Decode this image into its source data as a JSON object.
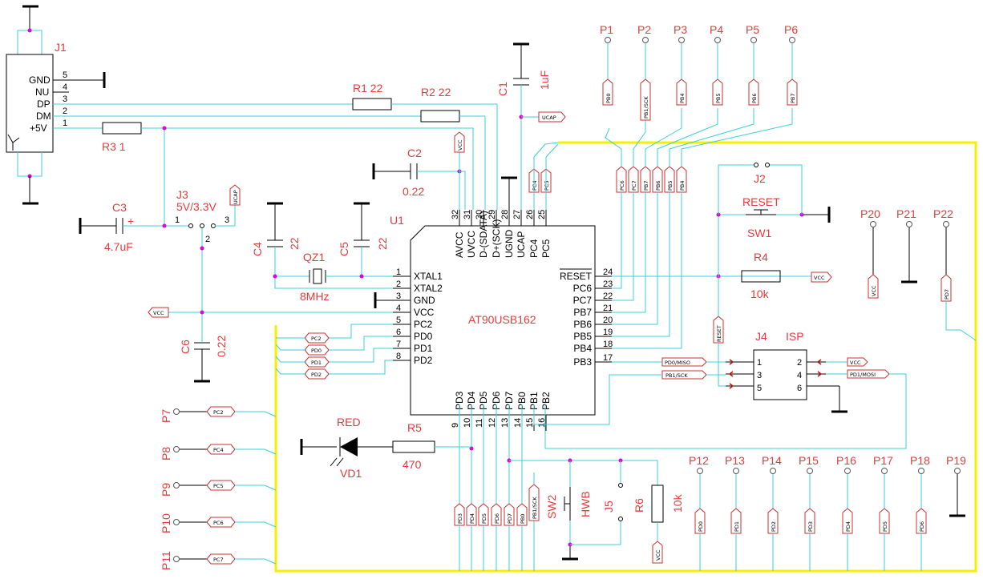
{
  "connector": {
    "ref": "J1",
    "pins": [
      {
        "num": "5",
        "name": "GND"
      },
      {
        "num": "4",
        "name": "NU"
      },
      {
        "num": "3",
        "name": "DP"
      },
      {
        "num": "2",
        "name": "DM"
      },
      {
        "num": "1",
        "name": "+5V"
      }
    ]
  },
  "components": {
    "r1": "R1  22",
    "r2": "R2  22",
    "r3": "R3  1",
    "r4": "R4",
    "r4_val": "10k",
    "r5": "R5",
    "r5_val": "470",
    "r6": "R6",
    "r6_val": "10k",
    "c1": "C1",
    "c1_val": "1uF",
    "c2": "C2",
    "c2_val": "0.22",
    "c3": "C3",
    "c3_val": "4.7uF",
    "c4": "C4",
    "c4_val": "22",
    "c5": "C5",
    "c5_val": "22",
    "c6": "C6",
    "c6_val": "0.22",
    "qz1": "QZ1",
    "qz1_val": "8MHz",
    "j3": "J3",
    "j3_val": "5V/3.3V",
    "j5": "J5",
    "sw1": "SW1",
    "sw1_name": "RESET",
    "sw2": "SW2",
    "sw2_name": "HWB",
    "vd1": "VD1",
    "vd1_name": "RED",
    "j2": "J2",
    "u1": "U1",
    "c3_plus": "+",
    "j3_pin1": "1",
    "j3_pin2": "2",
    "j3_pin3": "3"
  },
  "mcu": {
    "ref": "U1",
    "name": "AT90USB162",
    "left_pins": [
      {
        "num": "1",
        "name": "XTAL1"
      },
      {
        "num": "2",
        "name": "XTAL2"
      },
      {
        "num": "3",
        "name": "GND"
      },
      {
        "num": "4",
        "name": "VCC"
      },
      {
        "num": "5",
        "name": "PC2"
      },
      {
        "num": "6",
        "name": "PD0"
      },
      {
        "num": "7",
        "name": "PD1"
      },
      {
        "num": "8",
        "name": "PD2"
      }
    ],
    "top_pins": [
      {
        "num": "32",
        "name": "AVCC"
      },
      {
        "num": "31",
        "name": "UVCC"
      },
      {
        "num": "30",
        "name": "D-(SDATA)"
      },
      {
        "num": "29",
        "name": "D+(SCK)"
      },
      {
        "num": "28",
        "name": "UGND"
      },
      {
        "num": "27",
        "name": "UCAP"
      },
      {
        "num": "26",
        "name": "PC4"
      },
      {
        "num": "25",
        "name": "PC5"
      }
    ],
    "right_pins": [
      {
        "num": "24",
        "name": "RESET"
      },
      {
        "num": "23",
        "name": "PC6"
      },
      {
        "num": "22",
        "name": "PC7"
      },
      {
        "num": "21",
        "name": "PB7"
      },
      {
        "num": "20",
        "name": "PB6"
      },
      {
        "num": "19",
        "name": "PB5"
      },
      {
        "num": "18",
        "name": "PB4"
      },
      {
        "num": "17",
        "name": "PB3"
      }
    ],
    "bottom_pins": [
      {
        "num": "9",
        "name": "PD3"
      },
      {
        "num": "10",
        "name": "PD4"
      },
      {
        "num": "11",
        "name": "PD5"
      },
      {
        "num": "12",
        "name": "PD6"
      },
      {
        "num": "13",
        "name": "PD7"
      },
      {
        "num": "14",
        "name": "PB0"
      },
      {
        "num": "15",
        "name": "PB1"
      },
      {
        "num": "16",
        "name": "PB2"
      }
    ]
  },
  "isp": {
    "ref": "J4",
    "name": "ISP",
    "pins": [
      "1",
      "2",
      "3",
      "4",
      "5",
      "6"
    ]
  },
  "top_ports": [
    {
      "name": "P1",
      "tag": "PB0"
    },
    {
      "name": "P2",
      "tag": "PB1/SCK"
    },
    {
      "name": "P3",
      "tag": "PB4"
    },
    {
      "name": "P4",
      "tag": "PB5"
    },
    {
      "name": "P5",
      "tag": "PB6"
    },
    {
      "name": "P6",
      "tag": "PB7"
    }
  ],
  "left_ports": [
    {
      "name": "P7",
      "tag": "PC2"
    },
    {
      "name": "P8",
      "tag": "PC4"
    },
    {
      "name": "P9",
      "tag": "PC5"
    },
    {
      "name": "P10",
      "tag": "PC6"
    },
    {
      "name": "P11",
      "tag": "PC7"
    }
  ],
  "bottom_ports": [
    {
      "name": "P12",
      "tag": "PD0"
    },
    {
      "name": "P13",
      "tag": "PD1"
    },
    {
      "name": "P14",
      "tag": "PD2"
    },
    {
      "name": "P15",
      "tag": "PD3"
    },
    {
      "name": "P16",
      "tag": "PD4"
    },
    {
      "name": "P17",
      "tag": "PD5"
    },
    {
      "name": "P18",
      "tag": "PD6"
    },
    {
      "name": "P19",
      "tag": ""
    }
  ],
  "right_ports": [
    {
      "name": "P20",
      "tag": "VCC"
    },
    {
      "name": "P21",
      "tag": ""
    },
    {
      "name": "P22",
      "tag": "PD7"
    }
  ],
  "net_tags": {
    "ucap": "UCAP",
    "vcc": "VCC",
    "pc2": "PC2",
    "pd0": "PD0",
    "pd1": "PD1",
    "pd2": "PD2",
    "pc4": "PC4",
    "pc5": "PC5",
    "pc6": "PC6",
    "pc7": "PC7",
    "pb7": "PB7",
    "pb6": "PB6",
    "pb5": "PB5",
    "pb4": "PB4",
    "pd3": "PD3",
    "pd4": "PD4",
    "pd5": "PD5",
    "pd6": "PD6",
    "pd7": "PD7",
    "pb0": "PB0",
    "pb1sck": "PB1/SCK",
    "reset": "RESET",
    "pd0miso": "PD0/MISO",
    "pd1mosi": "PD1/MOSI"
  }
}
